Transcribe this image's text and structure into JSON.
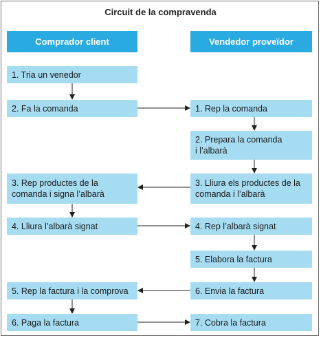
{
  "title": "Circuit de la compravenda",
  "colors": {
    "header": "#29abe2",
    "box": "#a6dcf2",
    "border": "#6b6b6b",
    "arrow": "#222222"
  },
  "columns": {
    "buyer": "Comprador client",
    "seller": "Vendedor proveïdor"
  },
  "buyer_steps": [
    "1. Tria un venedor",
    "2. Fa la comanda",
    "3. Rep productes de la\ncomanda i signa l’albarà",
    "4. Lliura l’albarà signat",
    "5. Rep la factura i la comprova",
    "6. Paga la factura"
  ],
  "seller_steps": [
    "1. Rep la comanda",
    "2. Prepara la comanda\ni l’albarà",
    "3. Lliura els productes de la\ncomanda i l’albarà",
    "4. Rep l’albarà signat",
    "5. Elabora la factura",
    "6. Envia la factura",
    "7. Cobra la factura"
  ]
}
